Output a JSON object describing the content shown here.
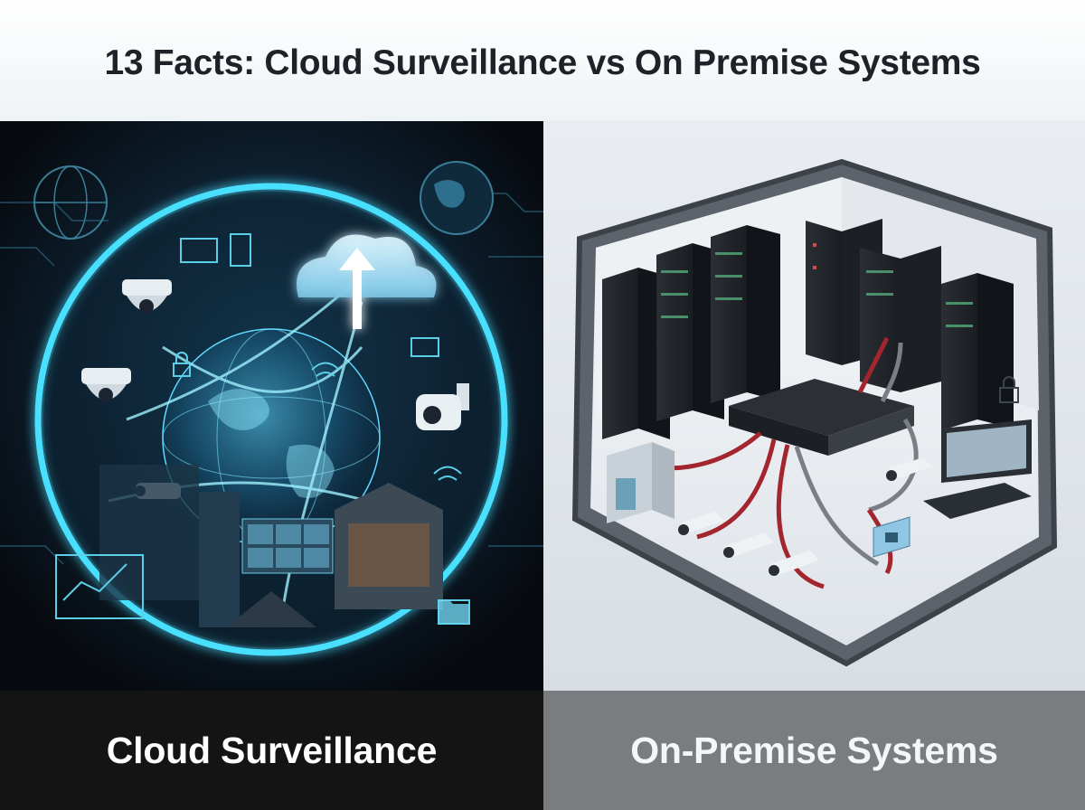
{
  "header": {
    "title": "13 Facts: Cloud Surveillance vs On Premise Systems"
  },
  "left_panel": {
    "caption": "Cloud Surveillance",
    "illustration": "cloud-surveillance-globe-illustration",
    "accent": "#49e0ff",
    "background": "#0b1016"
  },
  "right_panel": {
    "caption": "On-Premise Systems",
    "illustration": "on-premise-server-room-illustration",
    "cable_color": "#a3262e",
    "background": "#dde2e7"
  }
}
